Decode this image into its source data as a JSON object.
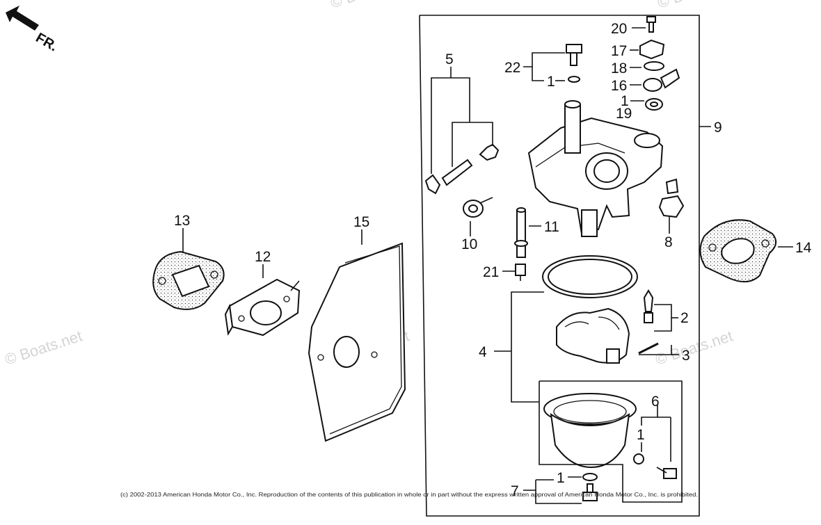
{
  "diagram": {
    "direction_label": "FR.",
    "watermark": "© Boats.net",
    "copyright": "(c) 2002-2013 American Honda Motor Co., Inc. Reproduction of the contents of this publication in whole or in part without the express written approval of American Honda Motor Co., Inc. is prohibited.",
    "callouts": {
      "c1a": "1",
      "c1b": "1",
      "c1c": "1",
      "c1d": "1",
      "c2": "2",
      "c3": "3",
      "c4": "4",
      "c5": "5",
      "c6": "6",
      "c7": "7",
      "c8": "8",
      "c9": "9",
      "c10": "10",
      "c11": "11",
      "c12": "12",
      "c13": "13",
      "c14": "14",
      "c15": "15",
      "c16": "16",
      "c17": "17",
      "c18": "18",
      "c19": "19",
      "c20": "20",
      "c21": "21",
      "c22": "22"
    }
  }
}
